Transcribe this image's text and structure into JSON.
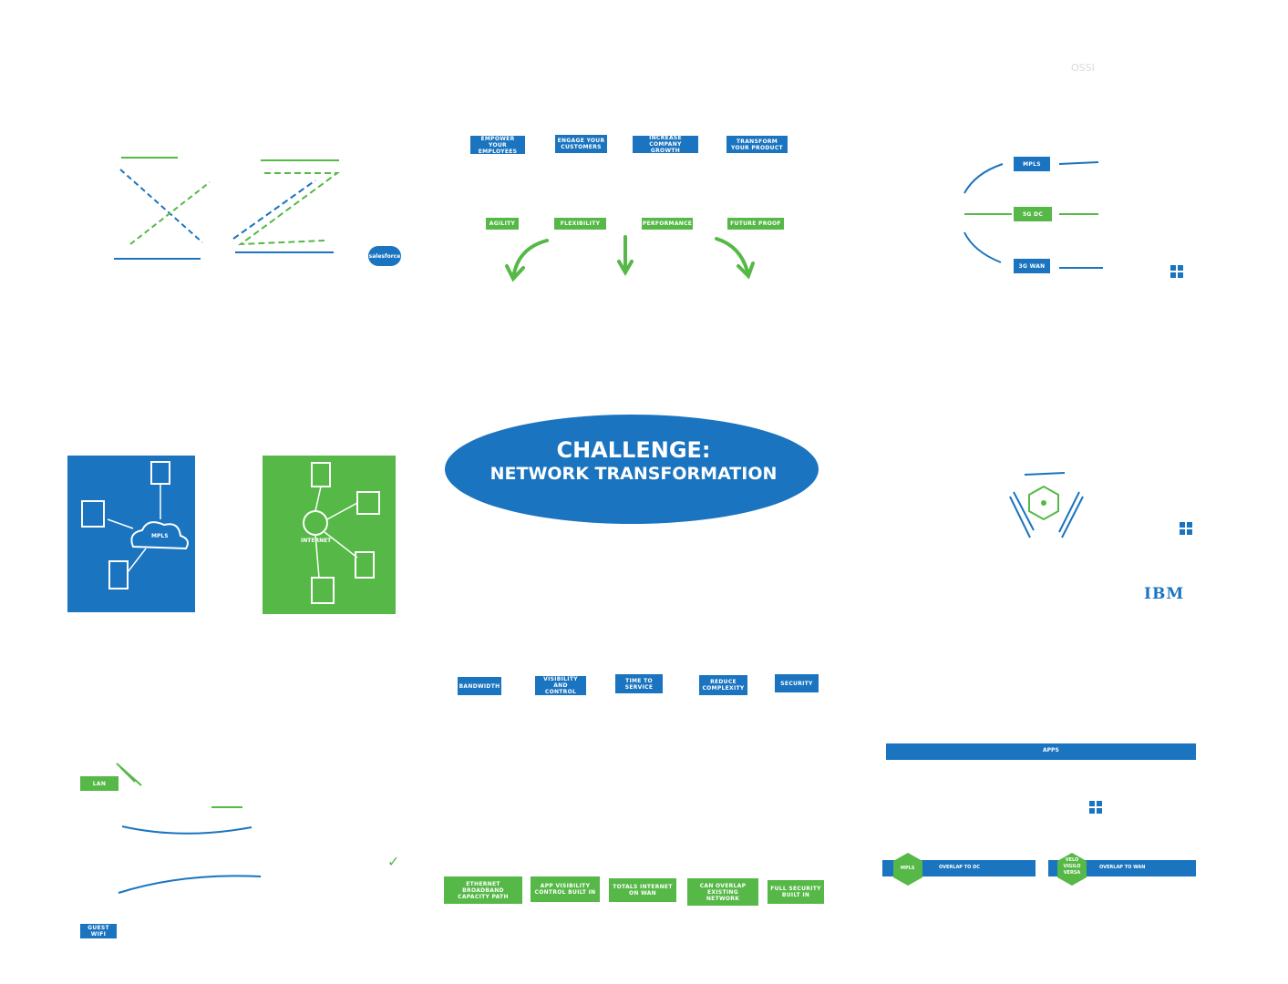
{
  "top_goals": [
    "EMPOWER YOUR\nEMPLOYEES",
    "ENGAGE YOUR\nCUSTOMERS",
    "INCREASE\nCOMPANY GROWTH",
    "TRANSFORM\nYOUR PRODUCT"
  ],
  "top_benefits": [
    "AGILITY",
    "FLEXIBILITY",
    "PERFORMANCE",
    "FUTURE PROOF"
  ],
  "right_top_tags": [
    "MPLS",
    "5G DC",
    "3G WAN"
  ],
  "title": {
    "line1": "CHALLENGE:",
    "line2": "NETWORK TRANSFORMATION"
  },
  "networks": {
    "left_label": "MPLS",
    "right_label": "INTERNET"
  },
  "challenges": [
    "BANDWIDTH",
    "VISIBILITY\nAND CONTROL",
    "TIME TO\nSERVICE",
    "REDUCE\nCOMPLEXITY",
    "SECURITY"
  ],
  "solutions": [
    "ETHERNET\nBROADBAND\nCAPACITY PATH",
    "APP VISIBILITY\nCONTROL BUILT IN",
    "TOTALS INTERNET\nON WAN",
    "CAN OVERLAP\nEXISTING\nNETWORK",
    "FULL SECURITY\nBUILT IN"
  ],
  "left_bottom": {
    "lan": "LAN",
    "guest_wifi": "GUEST WIFI"
  },
  "apps_bar": "APPS",
  "overlay": {
    "hex1": "MPLS",
    "bar1": "OVERLAP TO DC",
    "hex2": "VELO\nVIGILO\nVERSA",
    "bar2": "OVERLAP TO WAN"
  },
  "logos": {
    "salesforce": "salesforce",
    "ibm": "IBM",
    "faint_mark": "OSSI"
  },
  "colors": {
    "blue": "#1a74bf",
    "green": "#56b847"
  }
}
